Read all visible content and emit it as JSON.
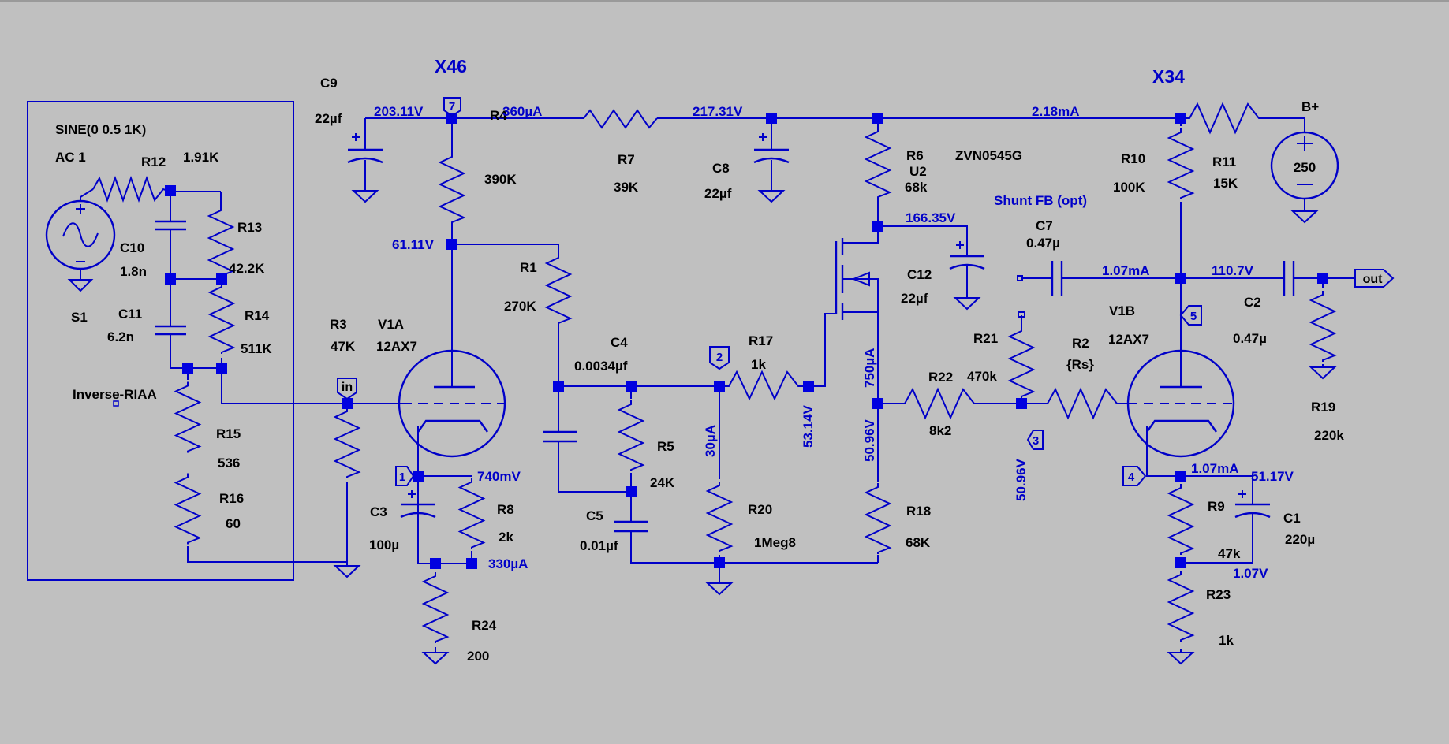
{
  "window": {
    "title_bar_color": "#9a9a9a"
  },
  "subcircuits": {
    "x46": "X46",
    "x34": "X34"
  },
  "source": {
    "sine": "SINE(0 0.5 1K)",
    "ac": "AC 1",
    "name": "S1",
    "block_label": "Inverse-RIAA"
  },
  "components": {
    "r12": {
      "name": "R12",
      "value": "1.91K"
    },
    "r13": {
      "name": "R13",
      "value": "42.2K"
    },
    "r14": {
      "name": "R14",
      "value": "511K"
    },
    "r15": {
      "name": "R15",
      "value": "536"
    },
    "r16": {
      "name": "R16",
      "value": "60"
    },
    "c10": {
      "name": "C10",
      "value": "1.8n"
    },
    "c11": {
      "name": "C11",
      "value": "6.2n"
    },
    "c9": {
      "name": "C9",
      "value": "22µf"
    },
    "r4": {
      "name": "R4",
      "value": "390K"
    },
    "r7": {
      "name": "R7",
      "value": "39K"
    },
    "c8": {
      "name": "C8",
      "value": "22µf"
    },
    "r6": {
      "name": "R6",
      "value": "68k"
    },
    "u2": {
      "name": "U2",
      "value": "ZVN0545G"
    },
    "r1": {
      "name": "R1",
      "value": "270K"
    },
    "r3": {
      "name": "R3",
      "value": "47K"
    },
    "v1a": {
      "name": "V1A",
      "value": "12AX7"
    },
    "c4": {
      "name": "C4",
      "value": "0.0034µf"
    },
    "r17": {
      "name": "R17",
      "value": "1k"
    },
    "r5": {
      "name": "R5",
      "value": "24K"
    },
    "c5": {
      "name": "C5",
      "value": "0.01µf"
    },
    "r20": {
      "name": "R20",
      "value": "1Meg8"
    },
    "c3": {
      "name": "C3",
      "value": "100µ"
    },
    "r8": {
      "name": "R8",
      "value": "2k"
    },
    "r24": {
      "name": "R24",
      "value": "200"
    },
    "c12": {
      "name": "C12",
      "value": "22µf"
    },
    "r18": {
      "name": "R18",
      "value": "68K"
    },
    "r22": {
      "name": "R22",
      "value": "8k2"
    },
    "r21": {
      "name": "R21",
      "value": "470k"
    },
    "r2": {
      "name": "R2",
      "value": "{Rs}"
    },
    "r10": {
      "name": "R10",
      "value": "100K"
    },
    "r11": {
      "name": "R11",
      "value": "15K"
    },
    "bplus": {
      "name": "B+",
      "value": "250"
    },
    "c7": {
      "name": "C7",
      "value": "0.47µ"
    },
    "c2": {
      "name": "C2",
      "value": "0.47µ"
    },
    "v1b": {
      "name": "V1B",
      "value": "12AX7"
    },
    "r19": {
      "name": "R19",
      "value": "220k"
    },
    "r9": {
      "name": "R9",
      "value": "47k"
    },
    "c1": {
      "name": "C1",
      "value": "220µ"
    },
    "r23": {
      "name": "R23",
      "value": "1k"
    }
  },
  "annotations": {
    "shunt_fb": "Shunt FB (opt)",
    "v_203": "203.11V",
    "i_360": "360µA",
    "v_217": "217.31V",
    "i_218": "2.18mA",
    "v_166": "166.35V",
    "v_61": "61.11V",
    "i_107a": "1.07mA",
    "v_110": "110.7V",
    "i_750": "750µA",
    "v_53": "53.14V",
    "i_30": "30µA",
    "v_5096a": "50.96V",
    "v_5096b": "50.96V",
    "v_740m": "740mV",
    "i_330": "330µA",
    "i_107b": "1.07mA",
    "v_5117": "51.17V",
    "v_107": "1.07V"
  },
  "net_flags": {
    "in": "in",
    "out": "out",
    "n1": "1",
    "n2": "2",
    "n3": "3",
    "n4": "4",
    "n5": "5",
    "n7": "7"
  }
}
